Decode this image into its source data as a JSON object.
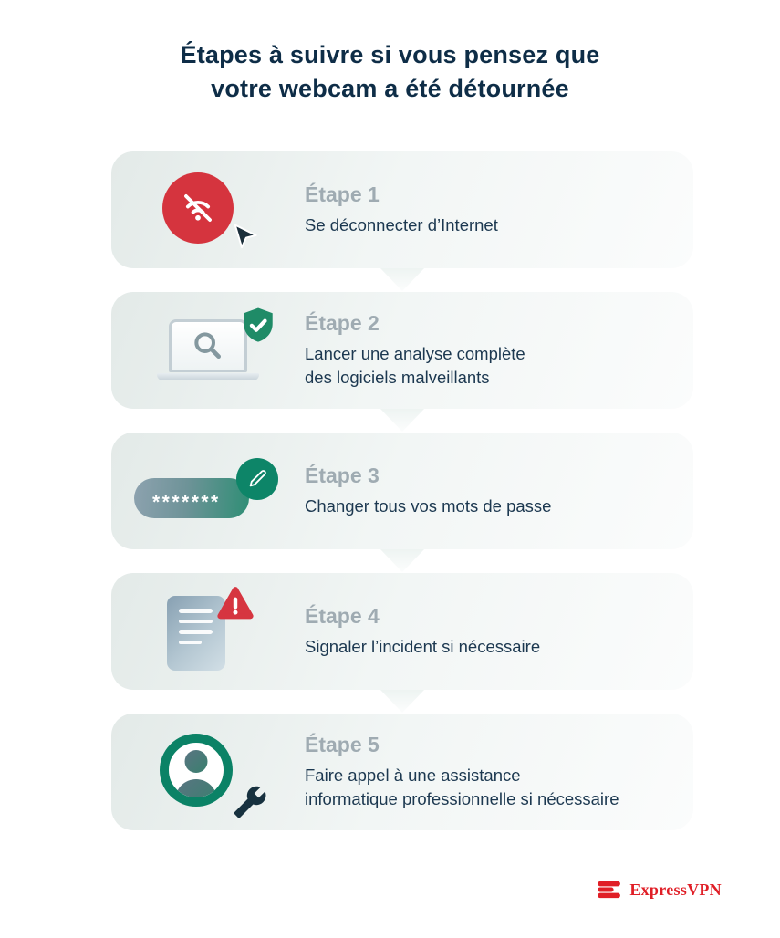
{
  "title": {
    "lines": [
      "Étapes à suivre si vous pensez que",
      "votre webcam a été détournée"
    ]
  },
  "steps": [
    {
      "label": "Étape 1",
      "lines": [
        "Se déconnecter d’Internet"
      ],
      "icon": "wifi-off-with-cursor-icon"
    },
    {
      "label": "Étape 2",
      "lines": [
        "Lancer une analyse complète",
        "des logiciels malveillants"
      ],
      "icon": "laptop-malware-scan-shield-icon"
    },
    {
      "label": "Étape 3",
      "lines": [
        "Changer tous vos mots de passe"
      ],
      "icon": "password-edit-icon"
    },
    {
      "label": "Étape 4",
      "lines": [
        "Signaler l’incident si nécessaire"
      ],
      "icon": "incident-report-warning-icon"
    },
    {
      "label": "Étape 5",
      "lines": [
        "Faire appel à une assistance",
        "informatique professionnelle si nécessaire"
      ],
      "icon": "tech-support-person-wrench-icon"
    }
  ],
  "password_mask": "*******",
  "brand": {
    "name": "ExpressVPN"
  },
  "colors": {
    "title_navy": "#0e2d47",
    "body_navy": "#1c3850",
    "label_gray": "#9fabb2",
    "card_gradient_start": "#e3eae8",
    "accent_red": "#d5343e",
    "accent_teal": "#0d8568",
    "shield_green": "#1f8b67",
    "brand_red": "#e01e26"
  }
}
